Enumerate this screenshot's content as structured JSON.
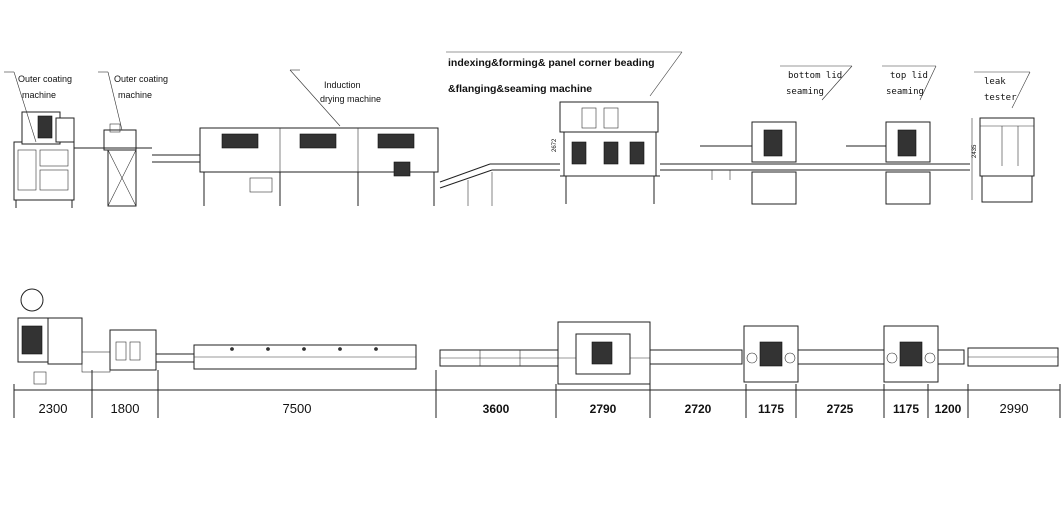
{
  "labels": {
    "outer_coating_1": [
      "Outer coating",
      "machine"
    ],
    "outer_coating_2": [
      "Outer coating",
      "machine"
    ],
    "induction": [
      "Induction",
      "drying machine"
    ],
    "indexing": [
      "indexing&forming& panel corner beading",
      "&flanging&seaming machine"
    ],
    "bottom_lid": [
      "bottom lid",
      "seaming"
    ],
    "top_lid": [
      "top lid",
      "seaming"
    ],
    "leak": [
      "leak",
      "tester"
    ]
  },
  "small_dims": {
    "indexing_height": "2672",
    "leak_height": "2435"
  },
  "dimensions": [
    "2300",
    "1800",
    "7500",
    "3600",
    "2790",
    "2720",
    "1175",
    "2725",
    "1175",
    "1200",
    "2990"
  ]
}
